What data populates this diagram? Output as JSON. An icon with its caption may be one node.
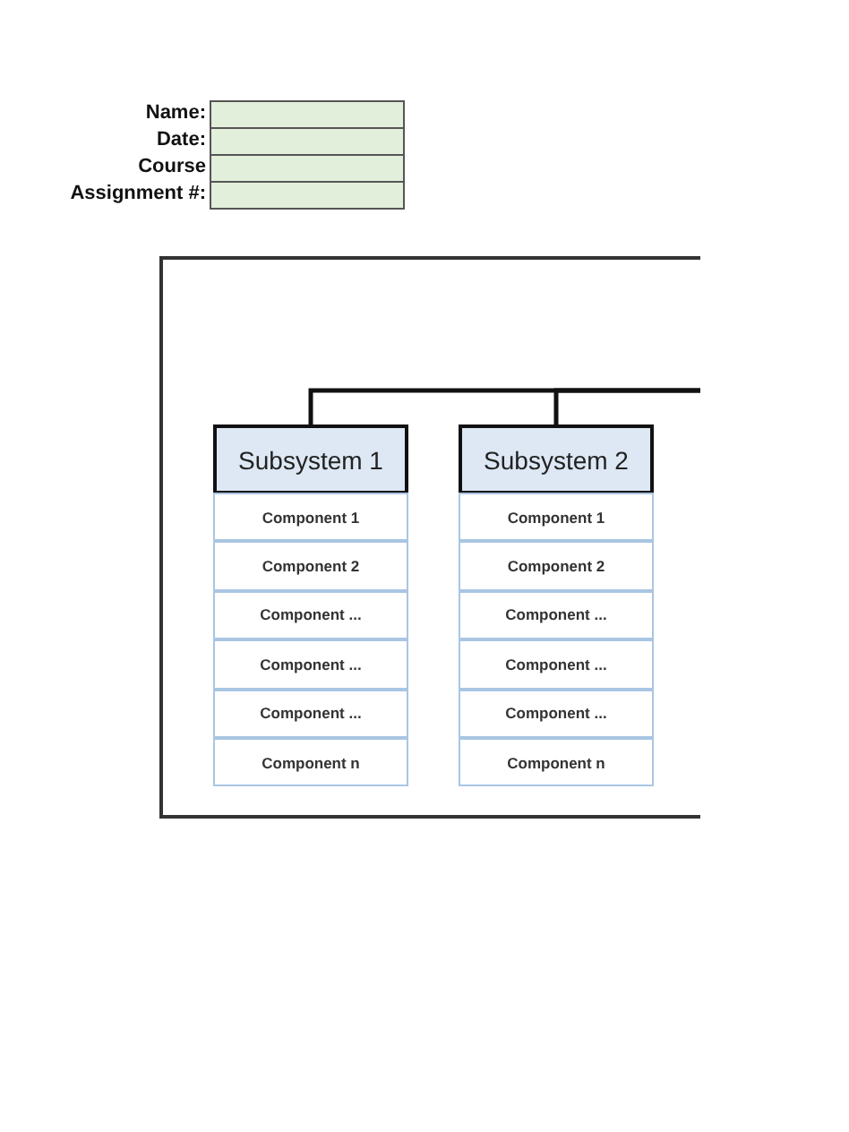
{
  "diagram": {
    "nodes": [
      {
        "text": [
          "Name:"
        ]
      },
      {
        "text": [
          "Date:"
        ]
      },
      {
        "text": [
          "Course"
        ]
      },
      {
        "text": [
          "Assignment #:"
        ]
      },
      {
        "text": [],
        "shape": "box"
      },
      {
        "text": [
          "Subsystem 1"
        ],
        "in": 4
      },
      {
        "text": [
          "Component 1"
        ],
        "in": 4
      },
      {
        "text": [
          "Component 2"
        ],
        "in": 4
      },
      {
        "text": [
          "Component ..."
        ],
        "in": 4
      },
      {
        "text": [
          "Component ..."
        ],
        "in": 4
      },
      {
        "text": [
          "Component ..."
        ],
        "in": 4
      },
      {
        "text": [
          "Component n"
        ],
        "in": 4
      },
      {
        "text": [
          "Subsystem 2"
        ],
        "in": 4
      },
      {
        "text": [
          "Component 1"
        ],
        "in": 4
      },
      {
        "text": [
          "Component 2"
        ],
        "in": 4
      },
      {
        "text": [
          "Component ..."
        ],
        "in": 4
      },
      {
        "text": [
          "Component ..."
        ],
        "in": 4
      },
      {
        "text": [
          "Component ..."
        ],
        "in": 4
      },
      {
        "text": [
          "Component n"
        ],
        "in": 4
      }
    ],
    "edges": [
      {
        "from": null,
        "to": 5,
        "arrow": "none"
      },
      {
        "from": null,
        "to": 12,
        "arrow": "none"
      }
    ]
  }
}
